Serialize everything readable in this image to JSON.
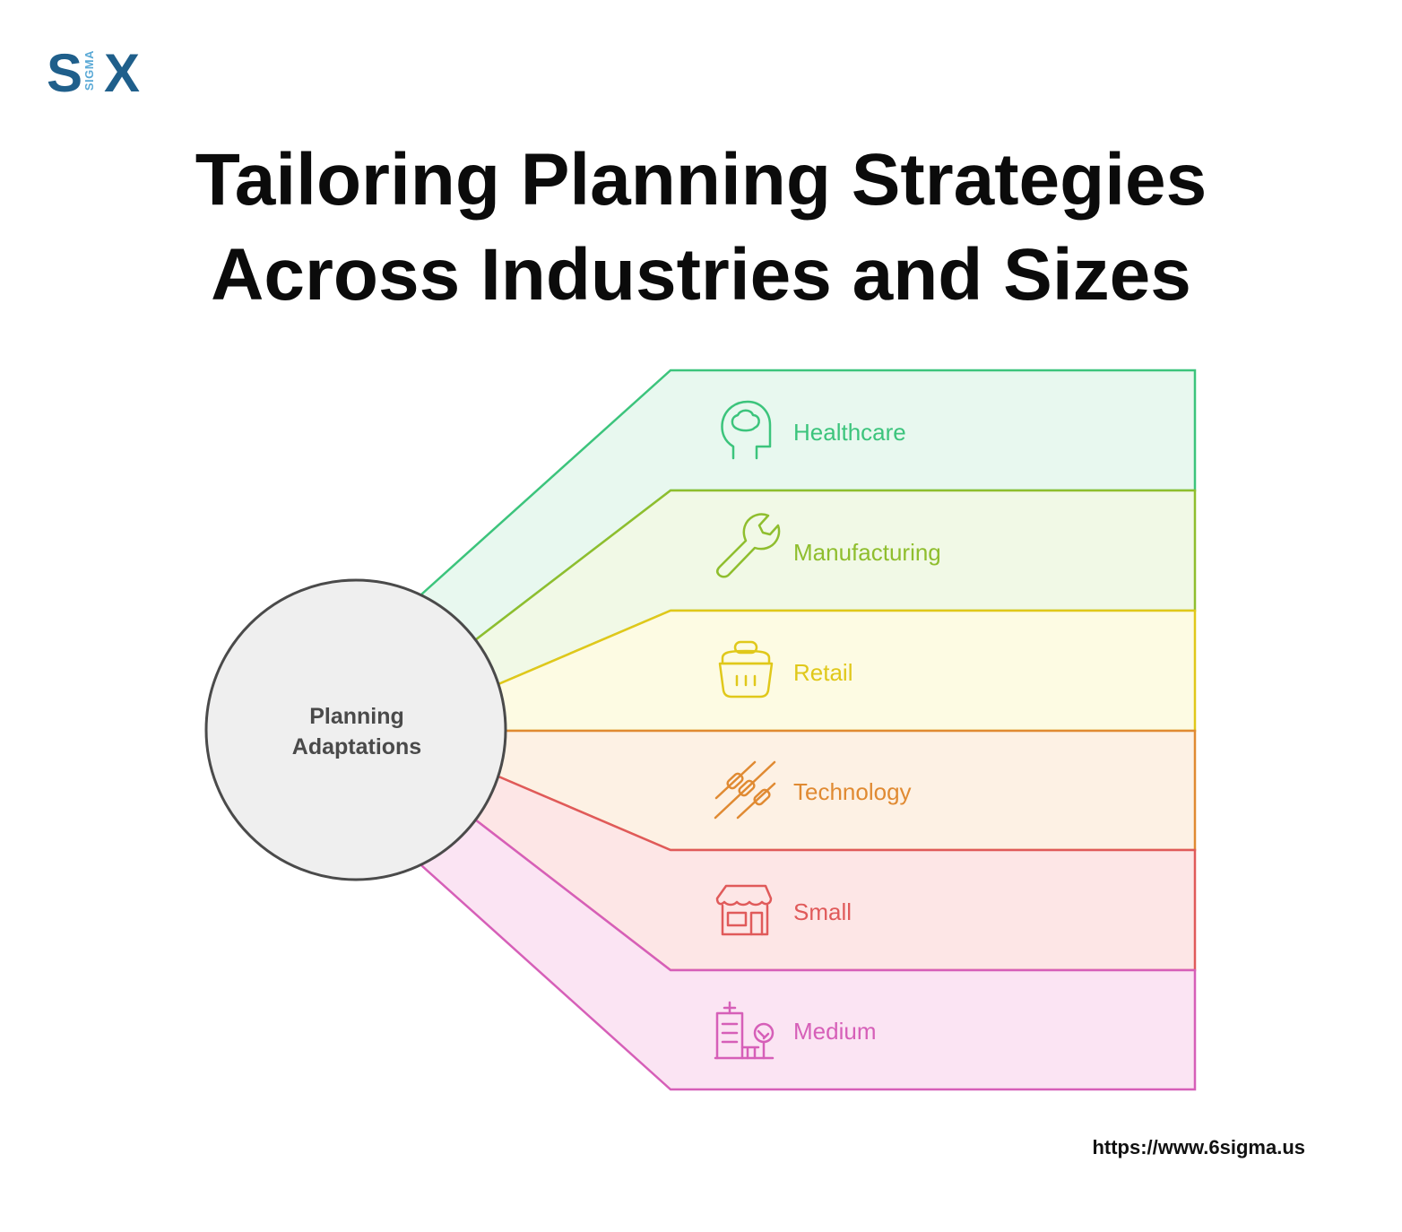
{
  "logo": {
    "left": "S",
    "middle": "SIGMA",
    "right": "X"
  },
  "title": {
    "line1": "Tailoring Planning Strategies",
    "line2": "Across Industries and Sizes"
  },
  "center": {
    "line1": "Planning",
    "line2": "Adaptations"
  },
  "bands": [
    {
      "label": "Healthcare",
      "icon": "head-brain-icon",
      "color": "#3cc47c",
      "fill": "#e8f8ef"
    },
    {
      "label": "Manufacturing",
      "icon": "wrench-icon",
      "color": "#8fbe2e",
      "fill": "#f1f9e6"
    },
    {
      "label": "Retail",
      "icon": "basket-icon",
      "color": "#e0c81a",
      "fill": "#fdfbe3"
    },
    {
      "label": "Technology",
      "icon": "circuit-icon",
      "color": "#e08a32",
      "fill": "#fdf1e4"
    },
    {
      "label": "Small",
      "icon": "storefront-icon",
      "color": "#e05a5a",
      "fill": "#fde6e6"
    },
    {
      "label": "Medium",
      "icon": "office-building-icon",
      "color": "#d65fb8",
      "fill": "#fbe4f3"
    }
  ],
  "footer": {
    "url": "https://www.6sigma.us"
  }
}
